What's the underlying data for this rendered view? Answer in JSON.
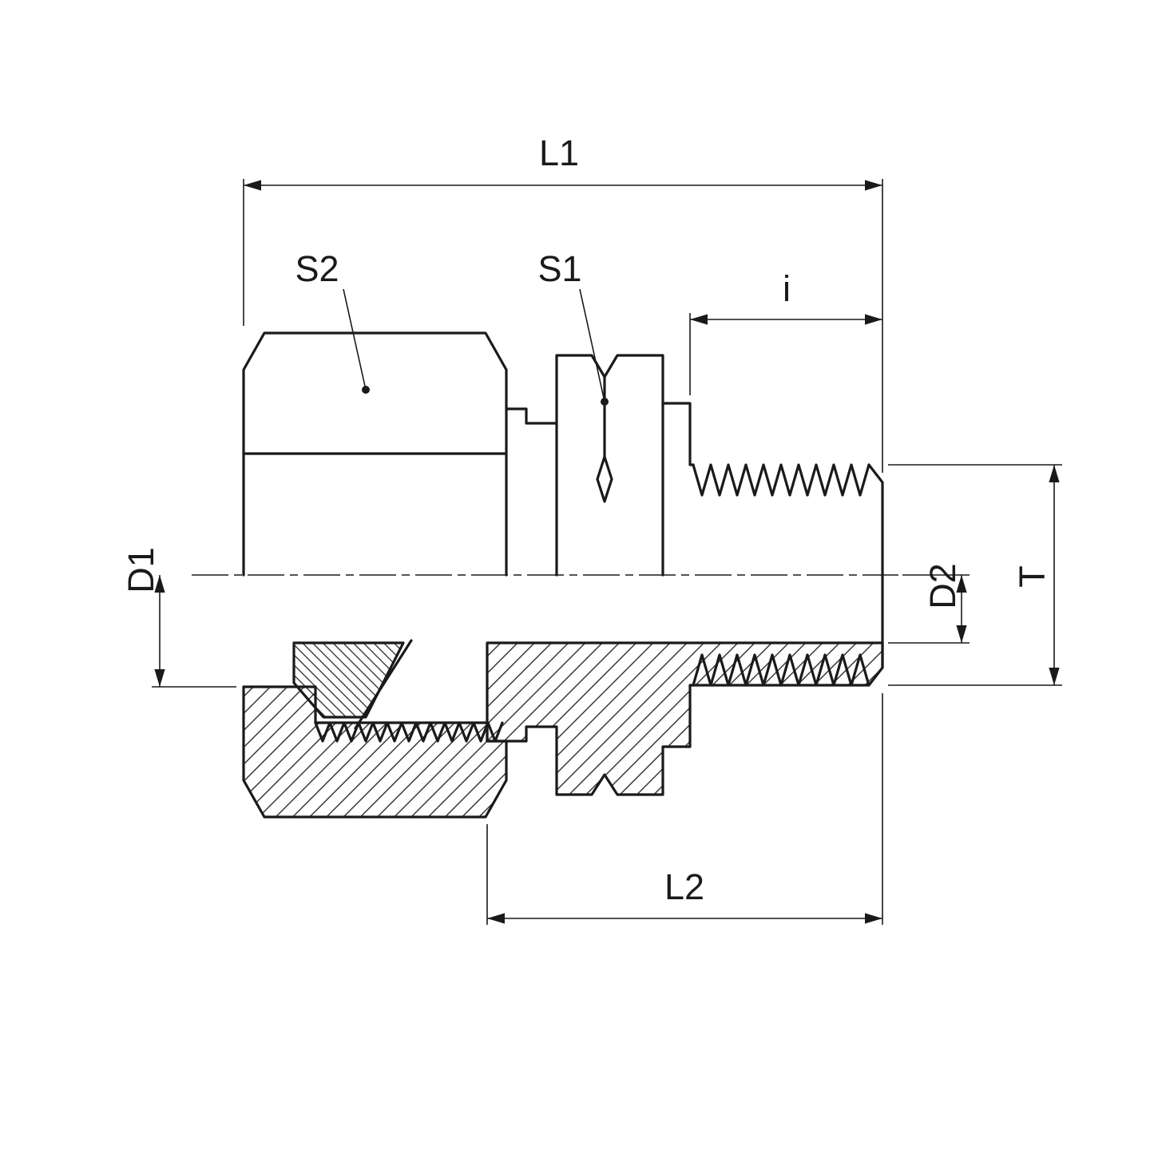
{
  "drawing": {
    "stroke_color": "#1a1a1a",
    "background": "#ffffff",
    "type": "technical-section-drawing",
    "description": "Cross-section of a tube fitting adapter: swivel nut with ferrule on left, hex body and tapered male thread on right"
  },
  "labels": {
    "l1": "L1",
    "s2": "S2",
    "s1": "S1",
    "i": "i",
    "d1": "D1",
    "d2": "D2",
    "t": "T",
    "l2": "L2"
  }
}
